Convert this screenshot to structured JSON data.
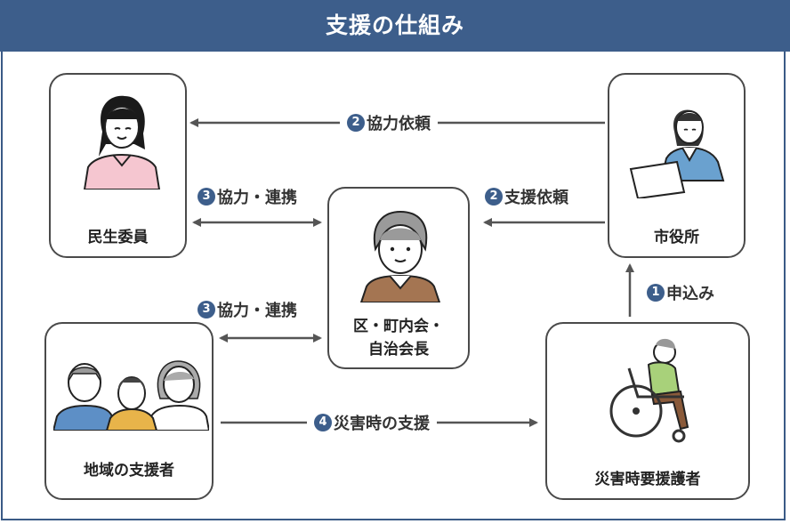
{
  "title": "支援の仕組み",
  "nodes": {
    "minsei": "民生委員",
    "shiyakusho": "市役所",
    "chonaikai_line1": "区・町内会・",
    "chonaikai_line2": "自治会長",
    "chiiki": "地域の支援者",
    "yoengosha": "災害時要援護者"
  },
  "edges": {
    "e1": {
      "num": "2",
      "text": "協力依頼"
    },
    "e2": {
      "num": "3",
      "text": "協力・連携"
    },
    "e3": {
      "num": "2",
      "text": "支援依頼"
    },
    "e4": {
      "num": "3",
      "text": "協力・連携"
    },
    "e5": {
      "num": "1",
      "text": "申込み"
    },
    "e6": {
      "num": "4",
      "text": "災害時の支援"
    }
  },
  "colors": {
    "header": "#3d5e8b",
    "arrow": "#555555",
    "badge": "#3d5e8b"
  }
}
